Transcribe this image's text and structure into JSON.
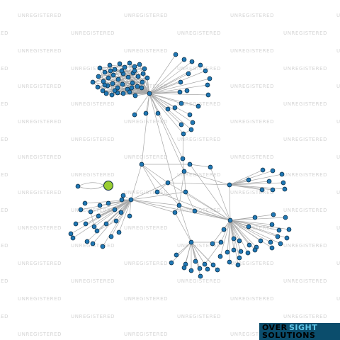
{
  "watermark": {
    "text": "UNREGISTERED"
  },
  "logo": {
    "line1_part1": "OVER",
    "line1_part2": "SIGHT",
    "line2": "SOLUTIONS",
    "background_color": "#0b4d6c",
    "accent_color": "#5fc6e8"
  },
  "network": {
    "node_fill": "#1f77b4",
    "node_stroke": "#0b2a40",
    "highlight_node_fill": "#9acd32",
    "edge_color": "#a8a8a8"
  }
}
